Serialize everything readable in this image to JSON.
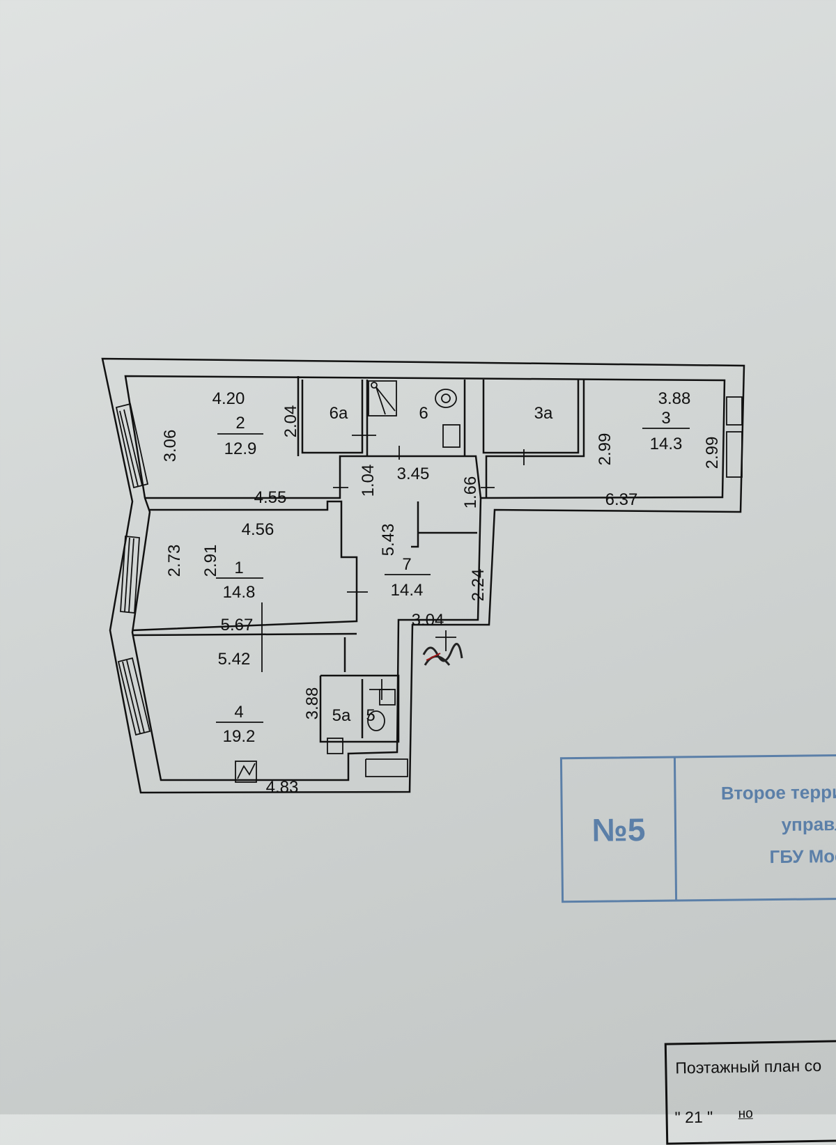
{
  "floor_plan": {
    "rooms": [
      {
        "number": "1",
        "area": "14.8"
      },
      {
        "number": "2",
        "area": "12.9"
      },
      {
        "number": "3",
        "area": "14.3"
      },
      {
        "number": "4",
        "area": "19.2"
      },
      {
        "number": "7",
        "area": "14.4"
      }
    ],
    "small_rooms": [
      "6a",
      "6",
      "3a",
      "5a",
      "5"
    ],
    "dimensions": {
      "r2_top": "4.20",
      "r2_left": "3.06",
      "r2_right": "2.04",
      "r2_bottom": "4.55",
      "r1_top": "4.56",
      "r1_left": "2.73",
      "r1_inner": "2.91",
      "r1_bottom": "5.67",
      "r4_top": "5.42",
      "r4_right": "3.88",
      "r4_bottom": "4.83",
      "r3_top": "3.88",
      "r3_left": "2.99",
      "r3_right": "2.99",
      "r3_bottom": "6.37",
      "hall_a": "1.04",
      "hall_b": "3.45",
      "hall_c": "1.66",
      "hall_d": "5.43",
      "hall_e": "2.24",
      "hall_f": "3.04"
    }
  },
  "stamp": {
    "number": "№5",
    "lines": [
      "Второе терри",
      "управл",
      "ГБУ Мос"
    ],
    "color": "#5b7fa8"
  },
  "title_block": {
    "title": "Поэтажный план со",
    "date_day": "\"   21   \"",
    "partial": "но"
  }
}
